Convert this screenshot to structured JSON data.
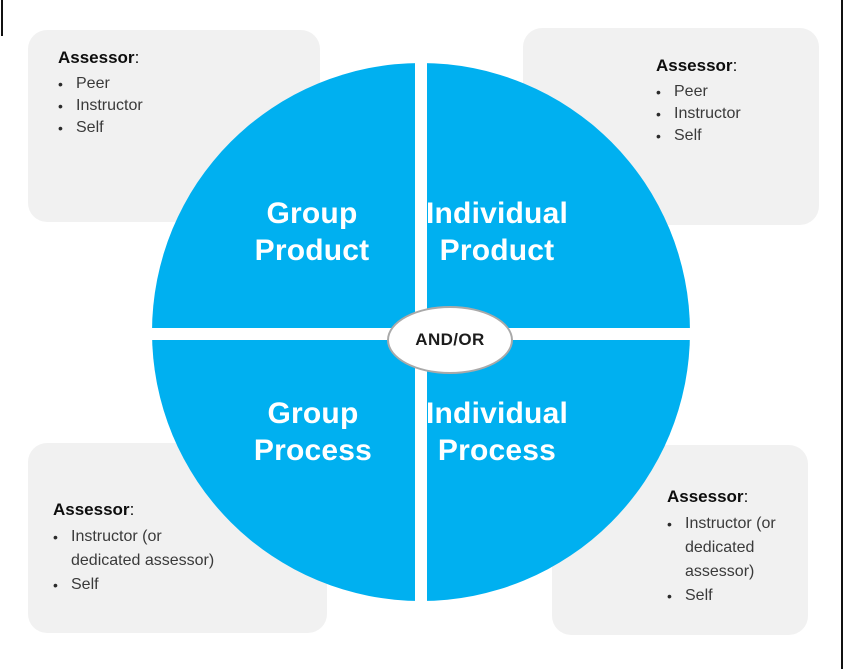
{
  "colors": {
    "quadrant_blue": "#00B0F0",
    "box_gray": "#F1F1F1",
    "divider_white": "#FFFFFF",
    "frame_line_black": "#111111",
    "label_white": "#FFFFFF",
    "text_black": "#0D0D0D",
    "text_gray": "#3A3A3A"
  },
  "glyphs": {
    "bullet": "•"
  },
  "center": {
    "label": "AND/OR"
  },
  "quadrants": [
    {
      "id": "group-product",
      "label": "Group\nProduct"
    },
    {
      "id": "individual-product",
      "label": "Individual\nProduct"
    },
    {
      "id": "group-process",
      "label": "Group\nProcess"
    },
    {
      "id": "individual-process",
      "label": "Individual\nProcess"
    }
  ],
  "boxes": {
    "top_left": {
      "heading": "Assessor",
      "heading_suffix": ":",
      "items": [
        "Peer",
        "Instructor",
        "Self"
      ]
    },
    "top_right": {
      "heading": "Assessor",
      "heading_suffix": ":",
      "items": [
        "Peer",
        "Instructor",
        "Self"
      ]
    },
    "bottom_left": {
      "heading": "Assessor",
      "heading_suffix": ":",
      "items": [
        "Instructor (or dedicated assessor)",
        "Self"
      ]
    },
    "bottom_right": {
      "heading": "Assessor",
      "heading_suffix": ":",
      "items": [
        "Instructor (or dedicated assessor)",
        "Self"
      ]
    }
  }
}
